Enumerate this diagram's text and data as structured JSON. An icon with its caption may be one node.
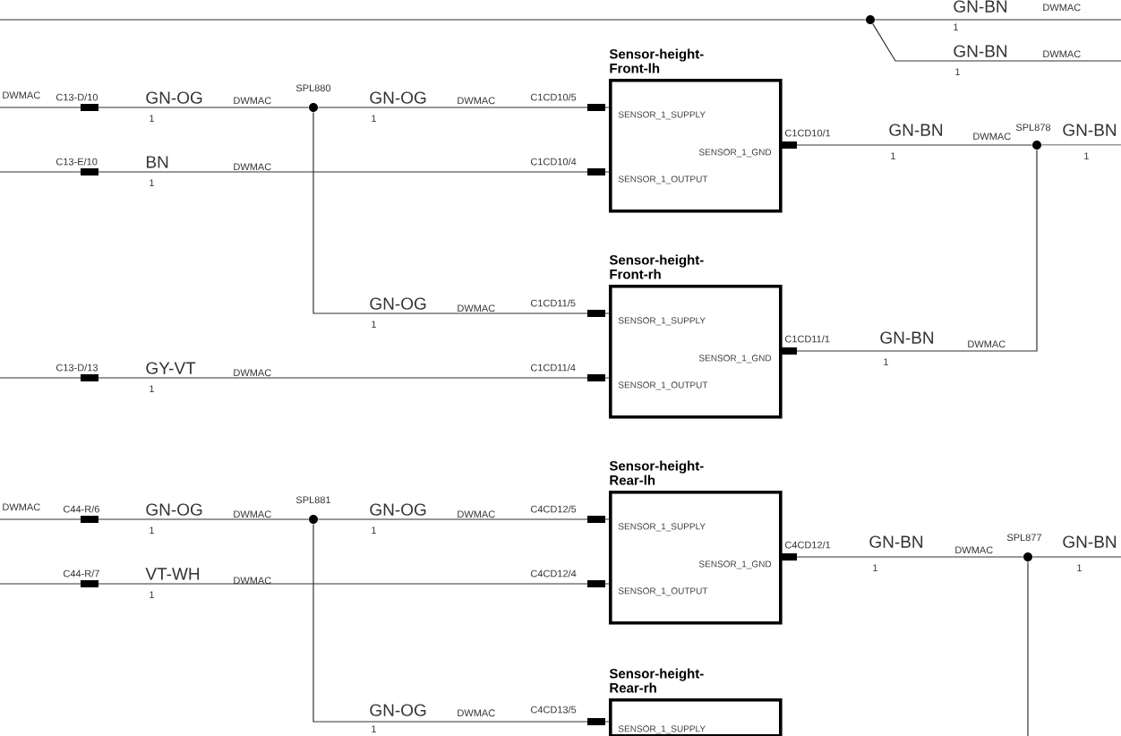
{
  "diagram": {
    "nodes": [
      {
        "text": [],
        "shape": "circle"
      },
      {
        "text": [],
        "shape": "circle",
        "beside": [
          "SPL880"
        ]
      },
      {
        "text": [
          "Sensor-height- Front-lh",
          "SENSOR_1_SUPPLY",
          "SENSOR_1_GND",
          "SENSOR_1_OUTPUT"
        ]
      },
      {
        "text": [],
        "shape": "circle",
        "beside": [
          "SPL878"
        ]
      },
      {
        "text": [
          "Sensor-height- Front-rh",
          "SENSOR_1_SUPPLY",
          "SENSOR_1_GND",
          "SENSOR_1_OUTPUT"
        ]
      },
      {
        "text": [],
        "shape": "circle",
        "beside": [
          "SPL881"
        ]
      },
      {
        "text": [
          "Sensor-height- Rear-lh",
          "SENSOR_1_SUPPLY",
          "SENSOR_1_GND",
          "SENSOR_1_OUTPUT"
        ]
      },
      {
        "text": [],
        "shape": "circle",
        "beside": [
          "SPL877"
        ]
      },
      {
        "text": [
          "Sensor-height- Rear-rh",
          "SENSOR_1_SUPPLY"
        ]
      }
    ],
    "edges": [
      {
        "from": null,
        "to": 0,
        "arrow": "none"
      },
      {
        "from": 0,
        "to": null,
        "arrow": "none"
      },
      {
        "from": 0,
        "to": null,
        "arrow": "none"
      },
      {
        "from": null,
        "to": 1,
        "arrow": "none"
      },
      {
        "from": 1,
        "to": 2,
        "arrow": "none"
      },
      {
        "from": 1,
        "to": 4,
        "arrow": "none"
      },
      {
        "from": null,
        "to": 2,
        "arrow": "none"
      },
      {
        "from": 2,
        "to": 3,
        "arrow": "none"
      },
      {
        "from": 3,
        "to": null,
        "arrow": "none"
      },
      {
        "from": 4,
        "to": 3,
        "arrow": "none"
      },
      {
        "from": null,
        "to": 4,
        "arrow": "none"
      },
      {
        "from": null,
        "to": 5,
        "arrow": "none"
      },
      {
        "from": 5,
        "to": 6,
        "arrow": "none"
      },
      {
        "from": 5,
        "to": 8,
        "arrow": "none"
      },
      {
        "from": null,
        "to": 6,
        "arrow": "none"
      },
      {
        "from": 6,
        "to": 7,
        "arrow": "none"
      },
      {
        "from": 7,
        "to": null,
        "arrow": "none"
      },
      {
        "from": 7,
        "to": null,
        "arrow": "none"
      }
    ],
    "labels": [
      "GN-BN",
      "DWMAC",
      "1",
      "GN-BN",
      "DWMAC",
      "1",
      "DWMAC",
      "C13-D/10",
      "GN-OG",
      "DWMAC",
      "GN-OG",
      "DWMAC",
      "C1CD10/5",
      "1",
      "1",
      "C1CD10/1",
      "GN-BN",
      "DWMAC",
      "GN-BN",
      "1",
      "1",
      "C13-E/10",
      "BN",
      "DWMAC",
      "C1CD10/4",
      "1",
      "GN-OG",
      "DWMAC",
      "C1CD11/5",
      "1",
      "C1CD11/1",
      "GN-BN",
      "DWMAC",
      "1",
      "C13-D/13",
      "GY-VT",
      "DWMAC",
      "C1CD11/4",
      "1",
      "DWMAC",
      "C44-R/6",
      "GN-OG",
      "DWMAC",
      "GN-OG",
      "DWMAC",
      "C4CD12/5",
      "1",
      "1",
      "C4CD12/1",
      "GN-BN",
      "DWMAC",
      "GN-BN",
      "1",
      "1",
      "C44-R/7",
      "VT-WH",
      "DWMAC",
      "C4CD12/4",
      "1",
      "GN-OG",
      "DWMAC",
      "C4CD13/5",
      "1"
    ]
  }
}
